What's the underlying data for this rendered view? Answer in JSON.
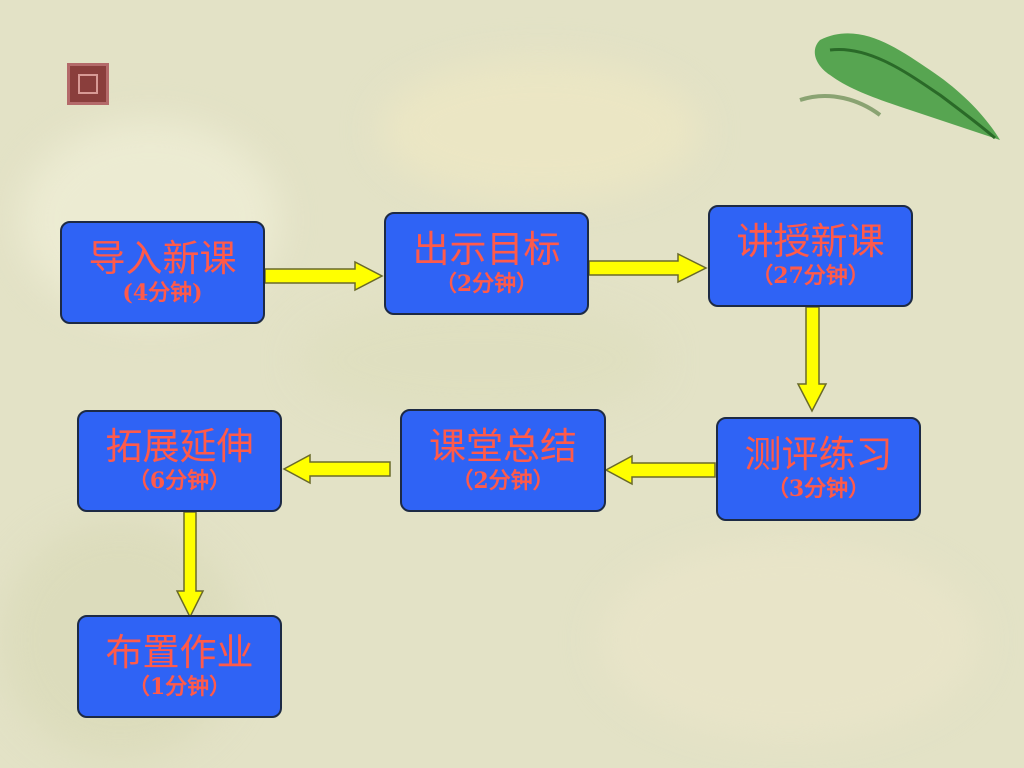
{
  "nodes": [
    {
      "id": "import",
      "title": "导入新课",
      "duration": "(4分钟)"
    },
    {
      "id": "show-goals",
      "title": "出示目标",
      "duration": "（2分钟）"
    },
    {
      "id": "teach",
      "title": "讲授新课",
      "duration": "（27分钟）"
    },
    {
      "id": "practice",
      "title": "测评练习",
      "duration": "（3分钟）"
    },
    {
      "id": "summary",
      "title": "课堂总结",
      "duration": "（2分钟）"
    },
    {
      "id": "extend",
      "title": "拓展延伸",
      "duration": "（6分钟）"
    },
    {
      "id": "homework",
      "title": "布置作业",
      "duration": "（1分钟）"
    }
  ],
  "colors": {
    "node_fill": "#2f63f5",
    "node_text": "#ff5a4a",
    "arrow_fill": "#ffff00",
    "background": "#e3e2c6"
  },
  "icons": {
    "corner": "slide-marker-icon",
    "decoration": "green-leaf-icon"
  }
}
